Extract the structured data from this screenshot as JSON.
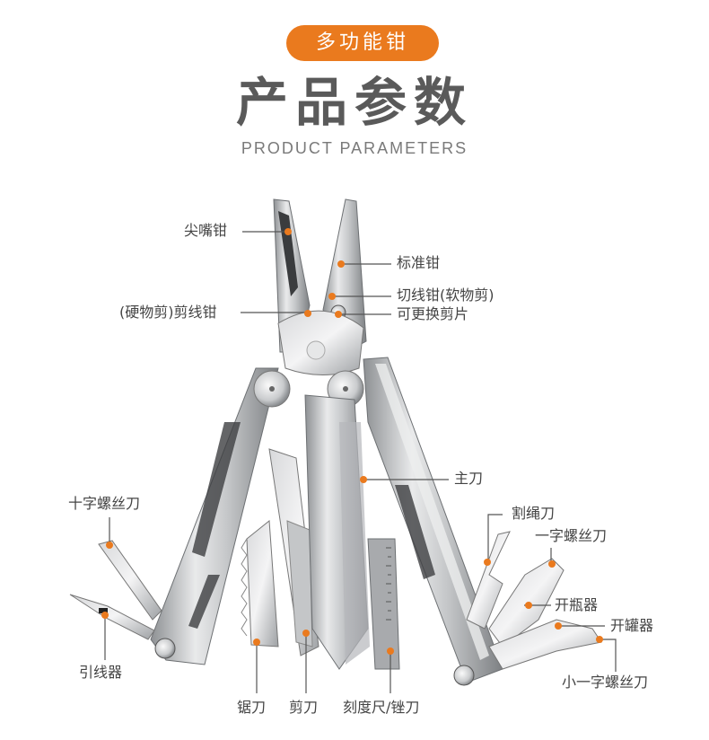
{
  "header": {
    "badge": "多功能钳",
    "title": "产品参数",
    "subtitle": "PRODUCT PARAMETERS"
  },
  "colors": {
    "accent": "#ea7a1e",
    "title": "#5a5a5a",
    "label": "#444444",
    "leader_line": "#555555"
  },
  "callouts": [
    {
      "id": "needle-nose-pliers",
      "label": "尖嘴钳"
    },
    {
      "id": "standard-pliers",
      "label": "标准钳"
    },
    {
      "id": "wire-cutter-soft",
      "label": "切线钳(软物剪)"
    },
    {
      "id": "replaceable-blade",
      "label": "可更换剪片"
    },
    {
      "id": "wire-cutter-hard",
      "label": "(硬物剪)剪线钳"
    },
    {
      "id": "main-knife",
      "label": "主刀"
    },
    {
      "id": "phillips-screwdriver",
      "label": "十字螺丝刀"
    },
    {
      "id": "wire-guide",
      "label": "引线器"
    },
    {
      "id": "rope-cutter",
      "label": "割绳刀"
    },
    {
      "id": "flat-screwdriver",
      "label": "一字螺丝刀"
    },
    {
      "id": "bottle-opener",
      "label": "开瓶器"
    },
    {
      "id": "can-opener",
      "label": "开罐器"
    },
    {
      "id": "small-flat-screwdriver",
      "label": "小一字螺丝刀"
    },
    {
      "id": "saw",
      "label": "锯刀"
    },
    {
      "id": "scissors",
      "label": "剪刀"
    },
    {
      "id": "ruler-file",
      "label": "刻度尺/锉刀"
    }
  ]
}
